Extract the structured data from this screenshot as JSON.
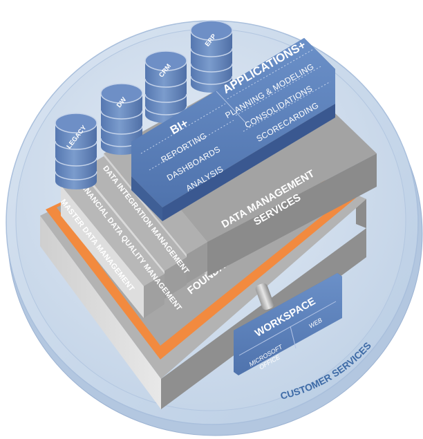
{
  "sources": [
    "LEGACY",
    "DW",
    "CRM",
    "ERP"
  ],
  "bi": {
    "title": "BI+",
    "items": [
      "REPORTING",
      "DASHBOARDS",
      "ANALYSIS"
    ]
  },
  "applications": {
    "title": "APPLICATIONS+",
    "items": [
      "PLANNING & MODELING",
      "CONSOLIDATIONS",
      "SCORECARDING"
    ]
  },
  "data_management": {
    "title_line1": "DATA MANAGEMENT",
    "title_line2": "SERVICES",
    "layers": [
      "DATA INTEGRATION MANAGEMENT",
      "FINANCIAL DATA QUALITY MANAGEMENT",
      "MASTER DATA MANAGEMENT"
    ]
  },
  "foundation": {
    "label": "FOUNDATION SERVICES"
  },
  "workspace": {
    "title": "WORKSPACE",
    "office_line1": "MICROSOFT",
    "office_line2": "OFFICE",
    "web": "WEB"
  },
  "customer_services": {
    "label": "CUSTOMER SERVICES"
  },
  "colors": {
    "ring": "#c6d6e9",
    "blue": "#5f86c0",
    "orange": "#f28a3f",
    "grey": "#9a9a9a"
  }
}
